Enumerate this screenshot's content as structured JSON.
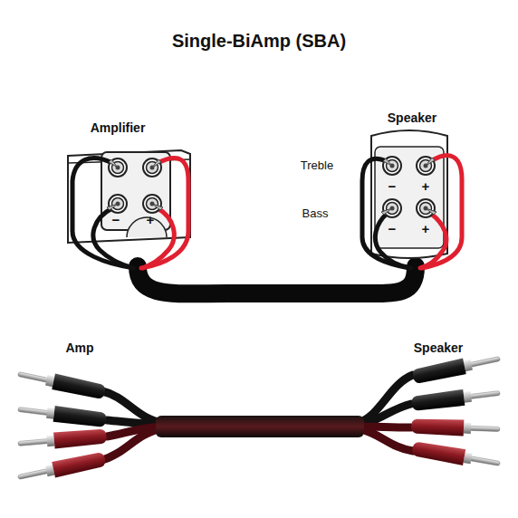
{
  "diagram": {
    "title": "Single-BiAmp (SBA)",
    "nodes": [
      {
        "text": [
          "Amplifier",
          "−",
          "+"
        ]
      },
      {
        "text": [
          "Speaker",
          "−",
          "+",
          "−",
          "+"
        ]
      }
    ],
    "edges": [
      {
        "from": 0,
        "to": 1,
        "arrow": "none"
      }
    ],
    "labels": [
      "Treble",
      "Bass",
      "Amp",
      "Speaker"
    ]
  }
}
